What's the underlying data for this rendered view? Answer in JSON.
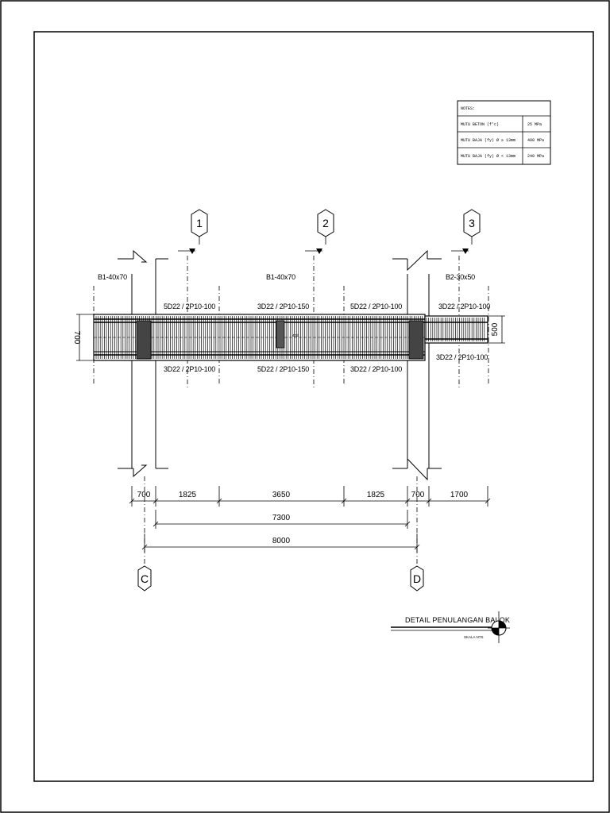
{
  "notes": {
    "header": "NOTES:",
    "rows": [
      {
        "label": "MUTU BETON (f'c)",
        "value": "25 MPa"
      },
      {
        "label": "MUTU BAJA (fy) Ø ≥ 13mm",
        "value": "400 MPa"
      },
      {
        "label": "MUTU BAJA (fy) Ø < 13mm",
        "value": "240 MPa"
      }
    ]
  },
  "axes_top": [
    "1",
    "2",
    "3"
  ],
  "axes_bottom": [
    "C",
    "D"
  ],
  "beam_labels": {
    "b1_left": "B1-40x70",
    "b1_mid": "B1-40x70",
    "b2": "B2-30x50"
  },
  "rebar_top": [
    "5D22 / 2P10-100",
    "3D22 / 2P10-150",
    "5D22 / 2P10-100",
    "3D22 / 2P10-100"
  ],
  "rebar_bottom": [
    "3D22 / 2P10-100",
    "5D22 / 2P10-150",
    "3D22 / 2P10-100",
    "3D22 / 2P10-100"
  ],
  "lap_text": "40d",
  "section_heights": {
    "left": "700",
    "right": "500"
  },
  "dimensions": {
    "row1": [
      "700",
      "1825",
      "3650",
      "1825",
      "700",
      "1700"
    ],
    "row2": "7300",
    "row3": "8000"
  },
  "title": {
    "main": "DETAIL PENULANGAN BALOK",
    "scale": "SKALA NTS"
  },
  "colors": {
    "ink": "#000000",
    "paper": "#ffffff"
  }
}
